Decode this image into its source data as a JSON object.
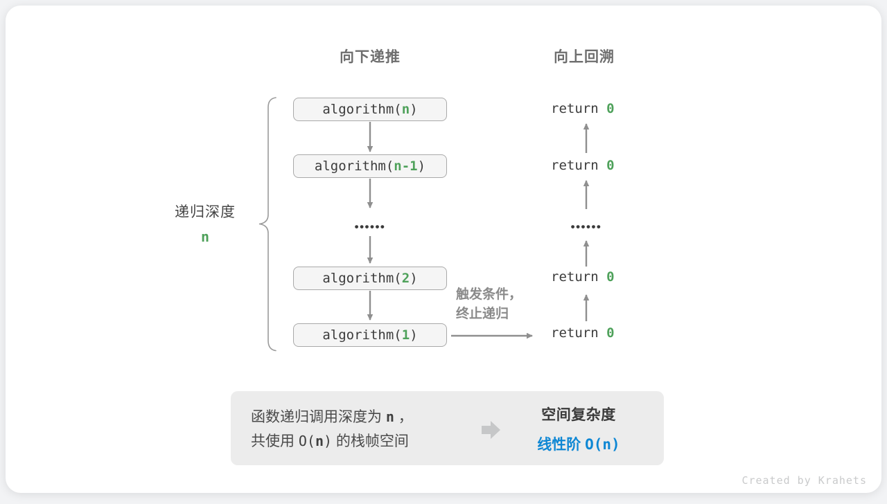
{
  "colors": {
    "green_accent": "#4EA15A",
    "blue_accent": "#0E87D4",
    "arrow_gray": "#8F8F8F",
    "summary_bg": "#ECECEC"
  },
  "headers": {
    "down": "向下递推",
    "up": "向上回溯"
  },
  "depth_label": {
    "text": "递归深度",
    "value": "n"
  },
  "stack": {
    "boxes": [
      {
        "pre": "algorithm(",
        "param": "n",
        "post": ")"
      },
      {
        "pre": "algorithm(",
        "param": "n-1",
        "post": ")"
      },
      {
        "pre": "algorithm(",
        "param": "2",
        "post": ")"
      },
      {
        "pre": "algorithm(",
        "param": "1",
        "post": ")"
      }
    ],
    "ellipsis": "••••••"
  },
  "returns": {
    "items": [
      {
        "pre": "return ",
        "value": "0"
      },
      {
        "pre": "return ",
        "value": "0"
      },
      {
        "pre": "return ",
        "value": "0"
      },
      {
        "pre": "return ",
        "value": "0"
      }
    ],
    "ellipsis": "••••••"
  },
  "base_case": {
    "line1": "触发条件，",
    "line2": "终止递归"
  },
  "summary": {
    "line1_pre": "函数递归调用深度为 ",
    "line1_param": "n",
    "line1_post": " ，",
    "line2_pre": "共使用 ",
    "line2_code_pre": "O(",
    "line2_code_param": "n",
    "line2_code_post": ")",
    "line2_post": " 的栈帧空间",
    "result_title": "空间复杂度",
    "result_pre": "线性阶 ",
    "result_code": "O(n)"
  },
  "credit": "Created by Krahets"
}
